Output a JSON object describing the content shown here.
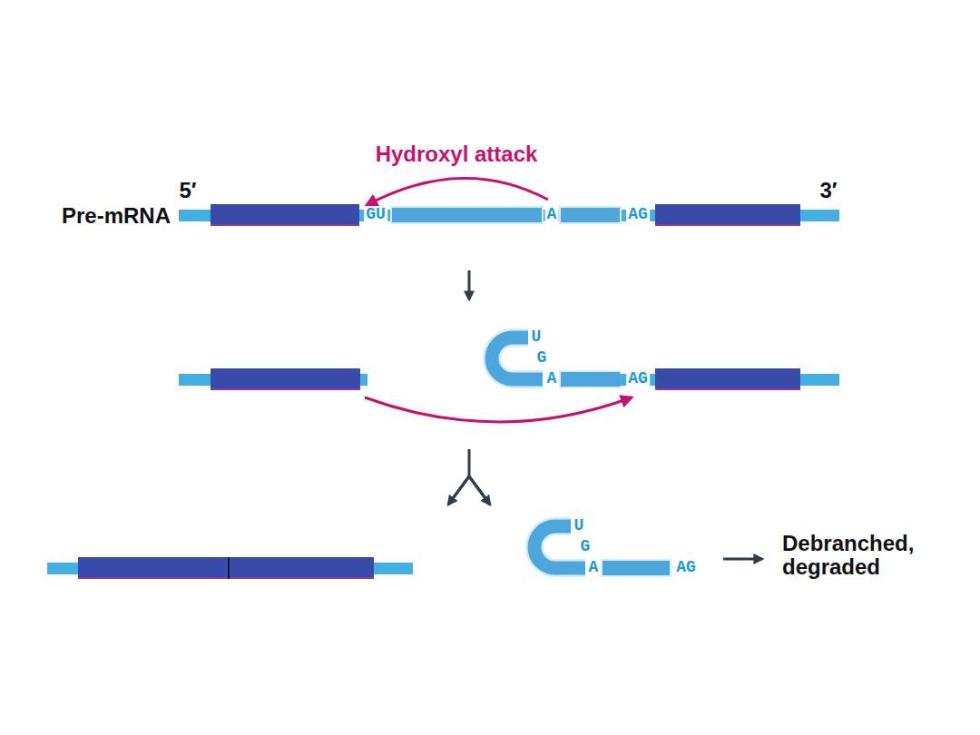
{
  "diagram": {
    "labels": [
      "Hydroxyl attack",
      "5′",
      "3′",
      "Pre-mRNA",
      "GU",
      "A",
      "AG",
      "U",
      "G",
      "A",
      "AG",
      "U",
      "G",
      "A",
      "AG",
      "Debranched, degraded"
    ]
  }
}
